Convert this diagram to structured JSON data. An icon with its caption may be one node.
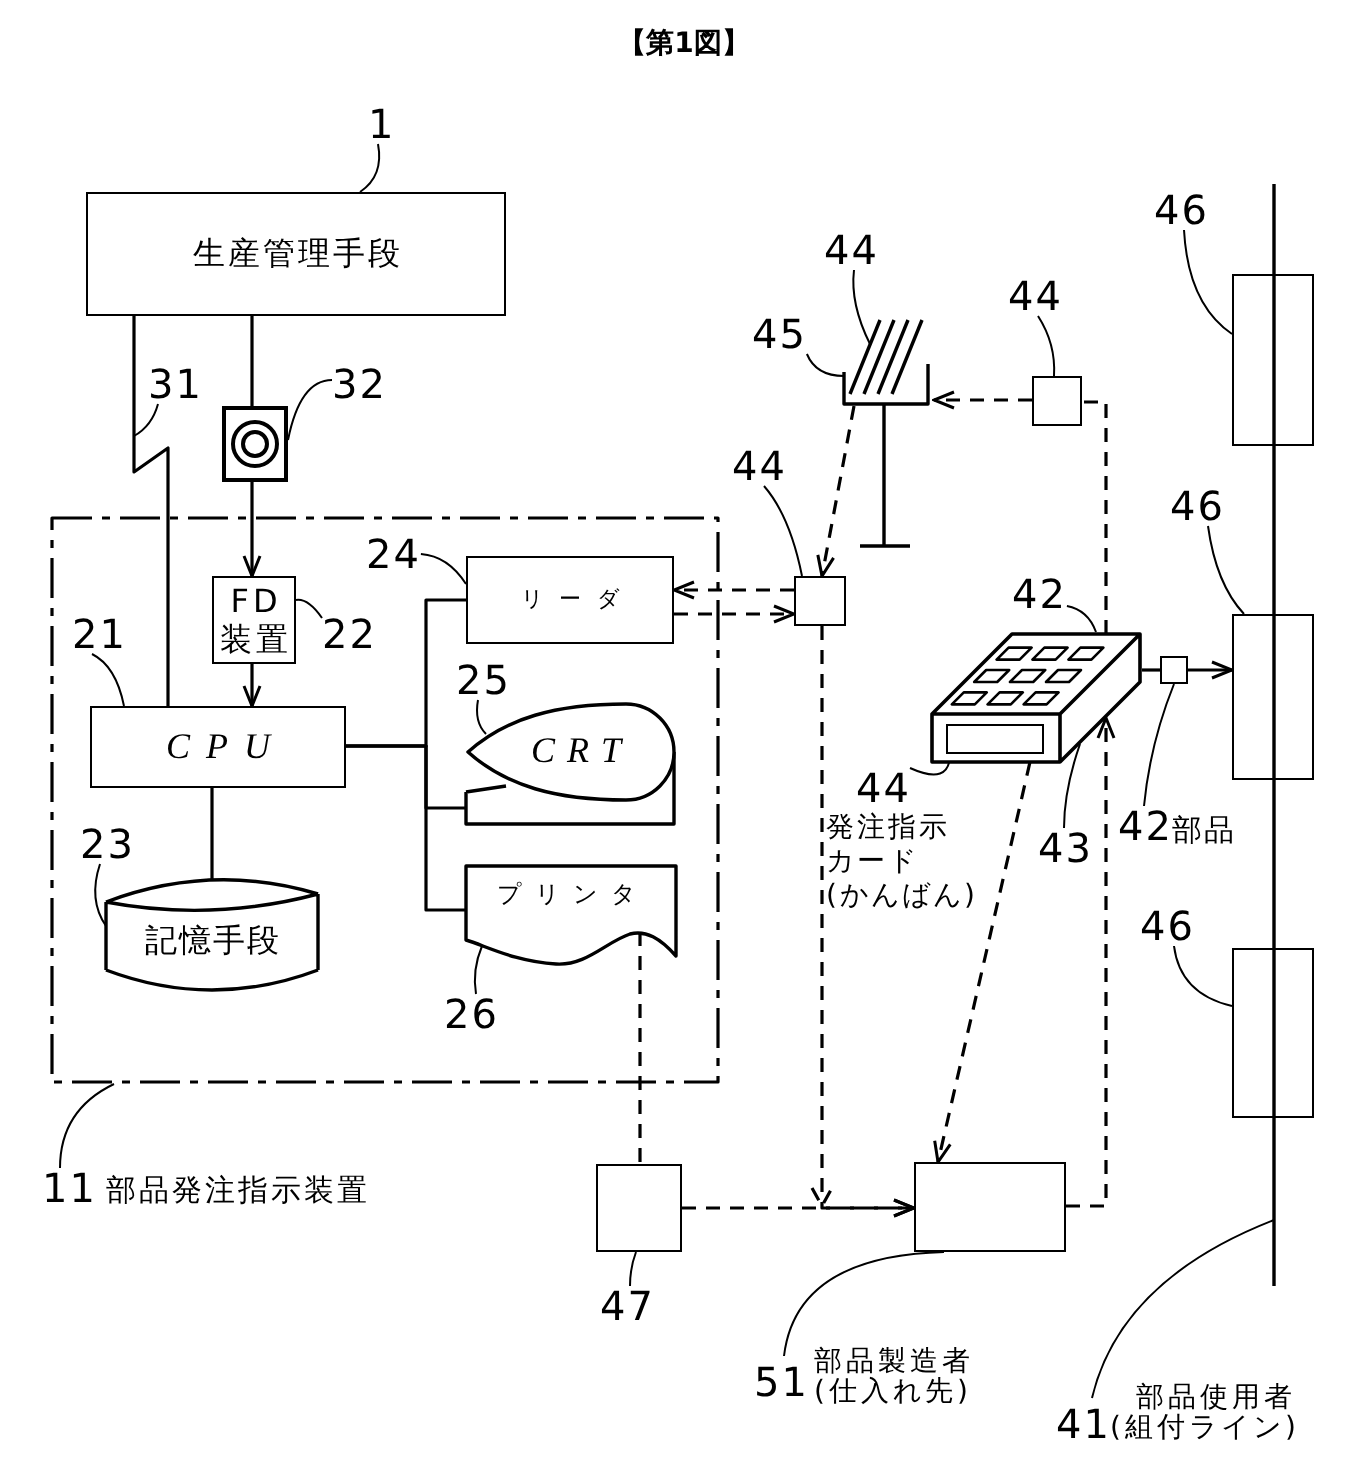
{
  "diagram": {
    "title": "【第1図】",
    "nodes": [
      {
        "text": [
          "生産管理手段"
        ]
      },
      {
        "text": [],
        "shape": "picture"
      },
      {
        "text": [],
        "shape": "box"
      },
      {
        "text": [
          "FD装置"
        ],
        "in": 2
      },
      {
        "text": [
          "CPU"
        ],
        "in": 2
      },
      {
        "text": [
          "記憶手段"
        ],
        "in": 2
      },
      {
        "text": [
          "リーダ"
        ],
        "in": 2
      },
      {
        "text": [
          "CRT"
        ],
        "in": 2
      },
      {
        "text": [
          "プリンタ"
        ],
        "in": 2
      },
      {
        "text": [],
        "shape": "picture"
      },
      {
        "text": [],
        "shape": "picture"
      },
      {
        "text": [],
        "shape": "box"
      },
      {
        "text": [],
        "shape": "box"
      },
      {
        "text": [],
        "shape": "picture"
      },
      {
        "text": [],
        "shape": "box",
        "in": 13
      },
      {
        "text": [],
        "shape": "box"
      },
      {
        "text": [],
        "shape": "box"
      },
      {
        "text": [],
        "shape": "box"
      },
      {
        "text": [],
        "shape": "box"
      },
      {
        "text": [],
        "shape": "box"
      },
      {
        "text": [],
        "shape": "box"
      },
      {
        "text": [
          "1"
        ]
      },
      {
        "text": [
          "31"
        ]
      },
      {
        "text": [
          "32"
        ]
      },
      {
        "text": [
          "21"
        ],
        "in": 2
      },
      {
        "text": [
          "22"
        ],
        "in": 2
      },
      {
        "text": [
          "23"
        ],
        "in": 2
      },
      {
        "text": [
          "24"
        ],
        "in": 2
      },
      {
        "text": [
          "25"
        ],
        "in": 2
      },
      {
        "text": [
          "26"
        ],
        "in": 2
      },
      {
        "text": [
          "11"
        ],
        "beside": [
          "部品発注指示装置"
        ]
      },
      {
        "text": [
          "44"
        ]
      },
      {
        "text": [
          "45"
        ]
      },
      {
        "text": [
          "44"
        ]
      },
      {
        "text": [
          "44"
        ]
      },
      {
        "text": [
          "46"
        ]
      },
      {
        "text": [
          "46"
        ]
      },
      {
        "text": [
          "46"
        ]
      },
      {
        "text": [
          "42"
        ]
      },
      {
        "text": [
          "44"
        ],
        "beside": [
          "発注指示カード(かんばん)"
        ]
      },
      {
        "text": [
          "43"
        ]
      },
      {
        "text": [
          "42"
        ],
        "beside": [
          "部品"
        ]
      },
      {
        "text": [
          "47"
        ]
      },
      {
        "text": [
          "51"
        ],
        "beside": [
          "部品製造者(仕入れ先)"
        ]
      },
      {
        "text": [
          "41"
        ],
        "beside": [
          "部品使用者(組付ライン)"
        ]
      }
    ],
    "edges": [
      {
        "from": 0,
        "to": 1,
        "arrow": "none"
      },
      {
        "from": 1,
        "to": 3,
        "arrow": "to"
      },
      {
        "from": 3,
        "to": 4,
        "arrow": "to"
      },
      {
        "from": 0,
        "to": 4,
        "arrow": "none"
      },
      {
        "from": 4,
        "to": 5,
        "arrow": "none"
      },
      {
        "from": 4,
        "to": 6,
        "arrow": "none"
      },
      {
        "from": 4,
        "to": 7,
        "arrow": "none"
      },
      {
        "from": 4,
        "to": 8,
        "arrow": "none"
      },
      {
        "from": 12,
        "to": 6,
        "arrow": "to",
        "style": "dashed"
      },
      {
        "from": 6,
        "to": 12,
        "arrow": "to",
        "style": "dashed"
      },
      {
        "from": 11,
        "to": 10,
        "arrow": "to",
        "style": "dashed"
      },
      {
        "from": 10,
        "to": 12,
        "arrow": "to",
        "style": "dashed"
      },
      {
        "from": 13,
        "to": 11,
        "arrow": "none",
        "style": "dashed"
      },
      {
        "from": 8,
        "to": 19,
        "arrow": "none",
        "style": "dashed"
      },
      {
        "from": 19,
        "to": 20,
        "arrow": "to",
        "style": "dashed"
      },
      {
        "from": 12,
        "to": 20,
        "arrow": "to",
        "style": "dashed"
      },
      {
        "from": 13,
        "to": 20,
        "arrow": "to",
        "style": "dashed"
      },
      {
        "from": 20,
        "to": 13,
        "arrow": "to",
        "style": "dashed"
      },
      {
        "from": 13,
        "to": 15,
        "arrow": "none"
      },
      {
        "from": 15,
        "to": 17,
        "arrow": "to"
      },
      {
        "from": 21,
        "to": 0,
        "arrow": "none"
      },
      {
        "from": 22,
        "to": null,
        "arrow": "none"
      },
      {
        "from": 23,
        "to": 1,
        "arrow": "none"
      },
      {
        "from": 24,
        "to": 4,
        "arrow": "none"
      },
      {
        "from": 25,
        "to": 3,
        "arrow": "none"
      },
      {
        "from": 26,
        "to": 5,
        "arrow": "none"
      },
      {
        "from": 27,
        "to": 6,
        "arrow": "none"
      },
      {
        "from": 28,
        "to": 7,
        "arrow": "none"
      },
      {
        "from": 29,
        "to": 8,
        "arrow": "none"
      },
      {
        "from": 30,
        "to": 2,
        "arrow": "none"
      },
      {
        "from": 31,
        "to": 9,
        "arrow": "none"
      },
      {
        "from": 32,
        "to": 10,
        "arrow": "none"
      },
      {
        "from": 33,
        "to": 11,
        "arrow": "none"
      },
      {
        "from": 34,
        "to": 12,
        "arrow": "none"
      },
      {
        "from": 35,
        "to": 16,
        "arrow": "none"
      },
      {
        "from": 36,
        "to": 17,
        "arrow": "none"
      },
      {
        "from": 37,
        "to": 18,
        "arrow": "none"
      },
      {
        "from": 38,
        "to": 13,
        "arrow": "none"
      },
      {
        "from": 39,
        "to": 14,
        "arrow": "none"
      },
      {
        "from": 40,
        "to": 13,
        "arrow": "none"
      },
      {
        "from": 41,
        "to": 15,
        "arrow": "none"
      },
      {
        "from": 42,
        "to": 19,
        "arrow": "none"
      },
      {
        "from": 43,
        "to": 20,
        "arrow": "none"
      },
      {
        "from": 44,
        "to": null,
        "arrow": "none"
      }
    ]
  }
}
